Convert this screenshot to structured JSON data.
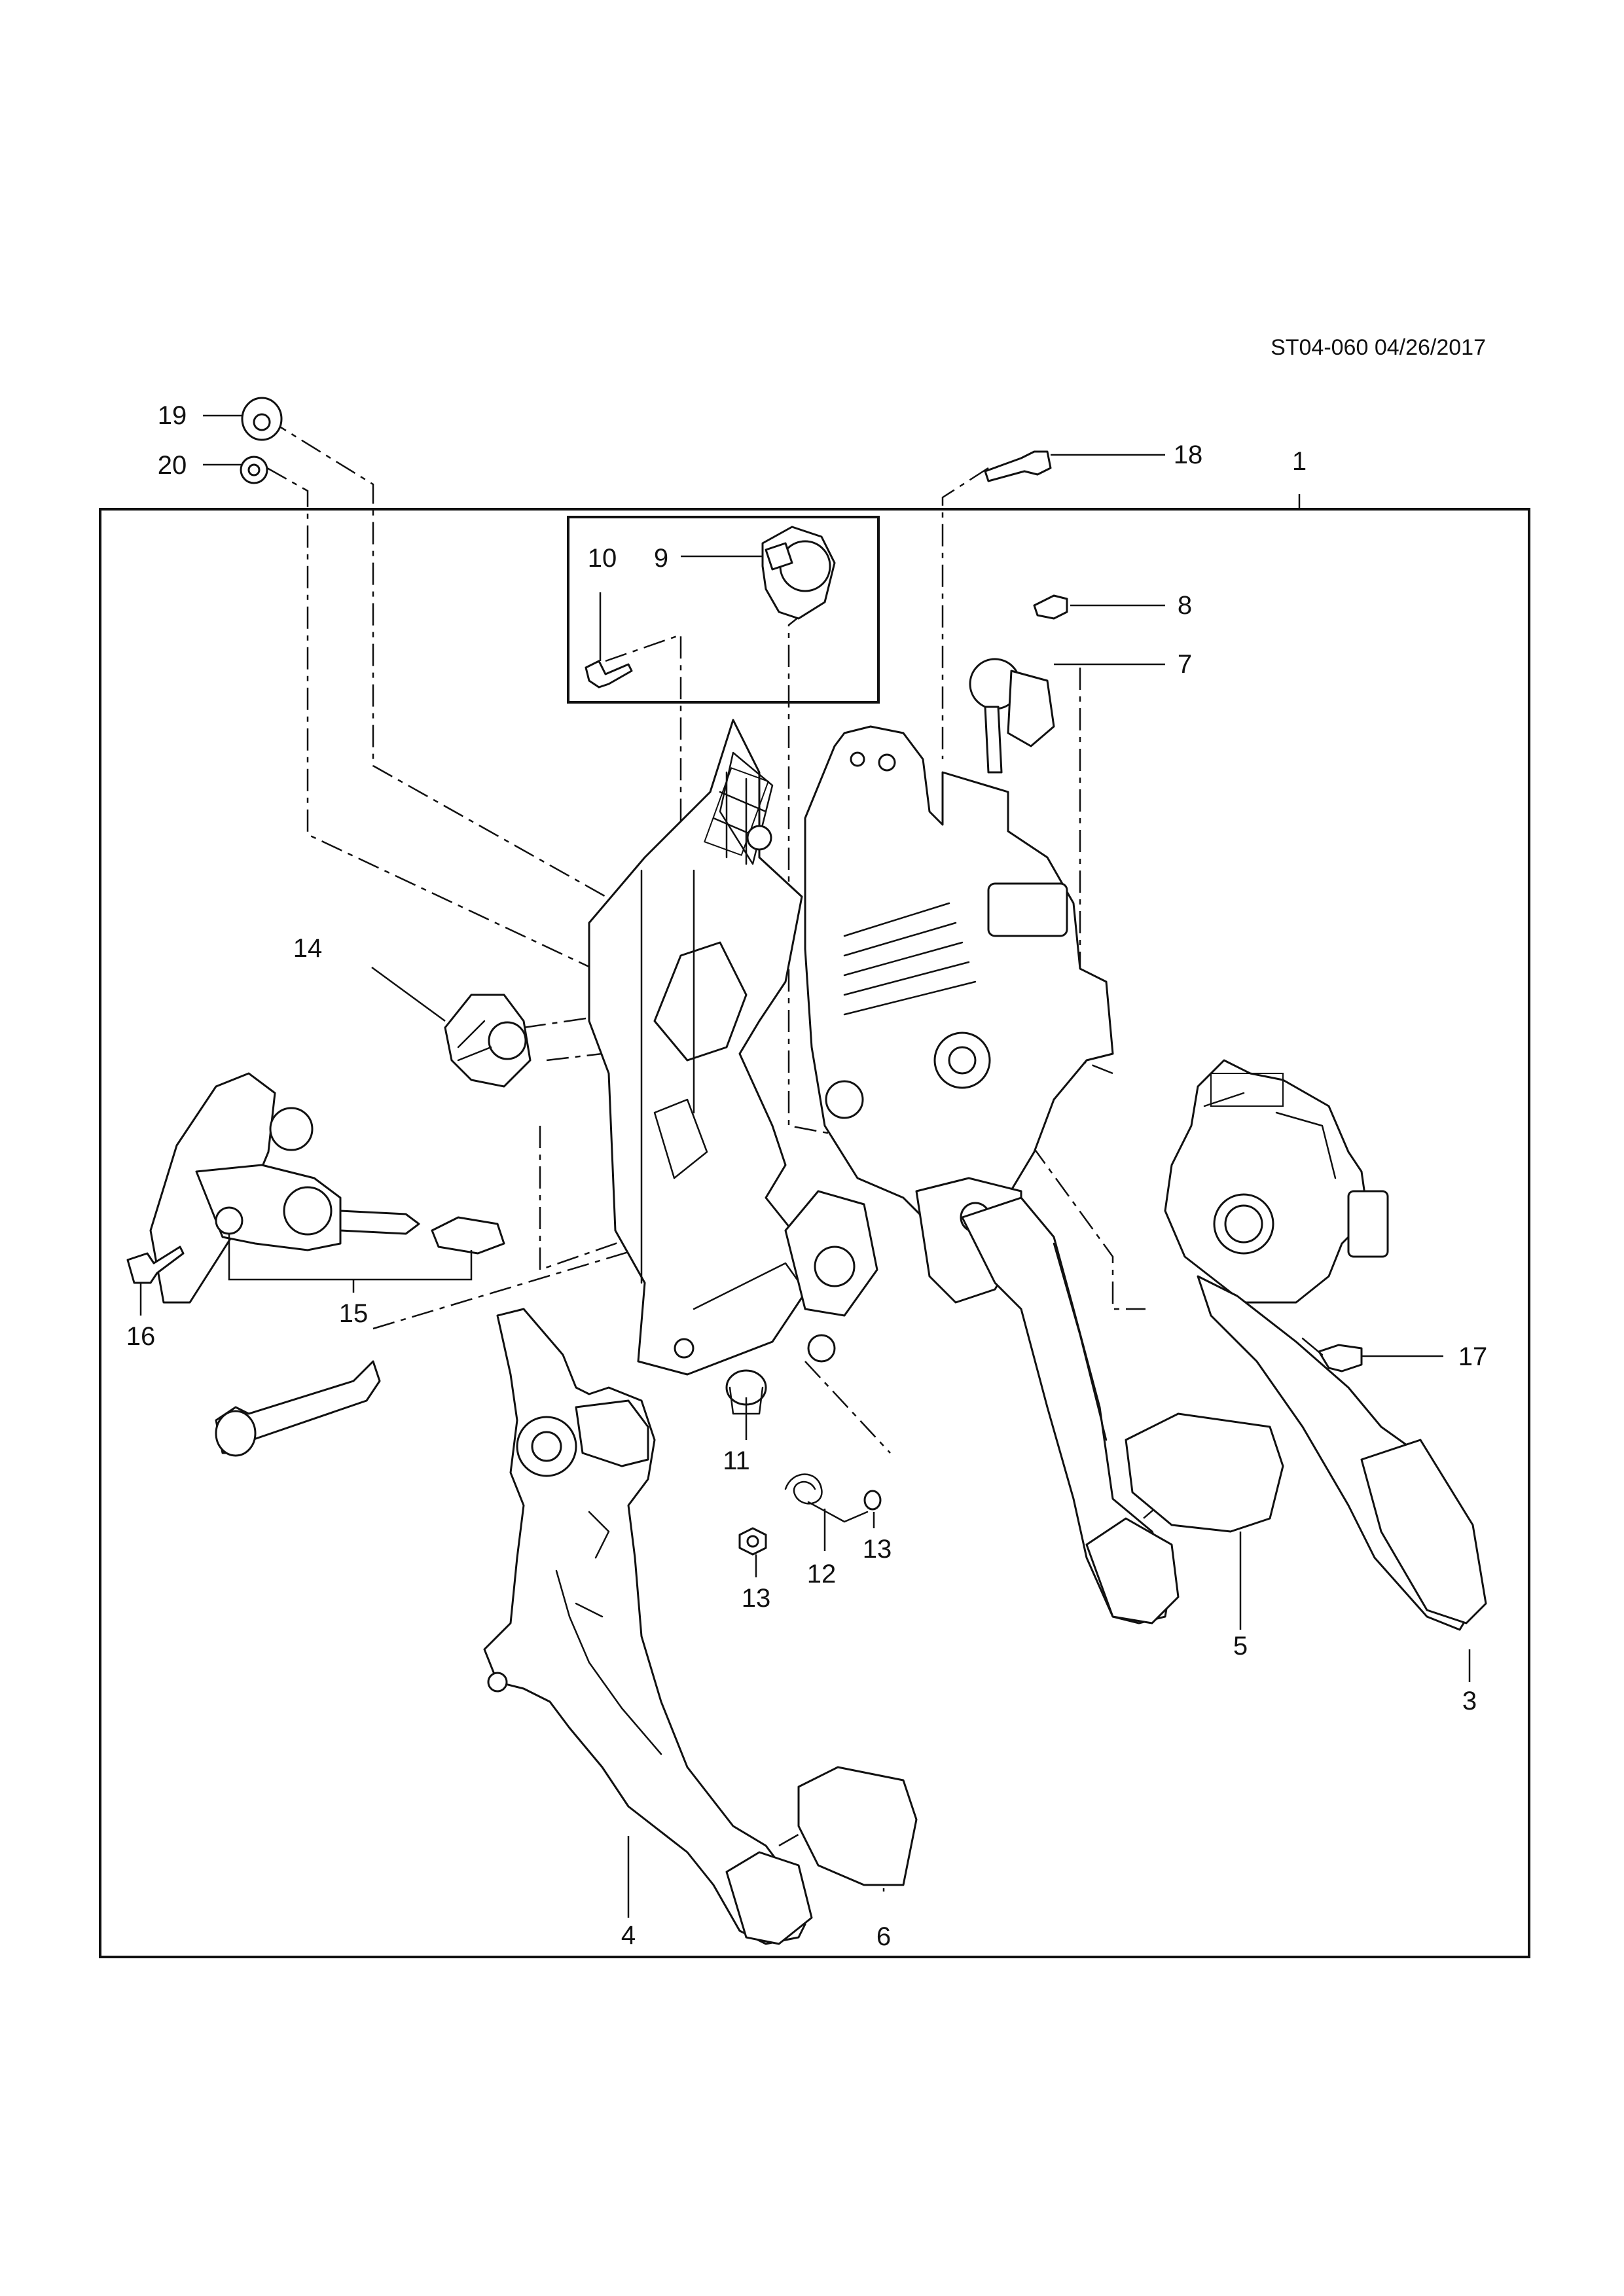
{
  "diagram_code": "ST04-060 04/26/2017",
  "callouts": [
    "1",
    "3",
    "4",
    "5",
    "6",
    "7",
    "8",
    "9",
    "10",
    "11",
    "12",
    "13",
    "13",
    "14",
    "15",
    "16",
    "17",
    "18",
    "19",
    "20"
  ]
}
